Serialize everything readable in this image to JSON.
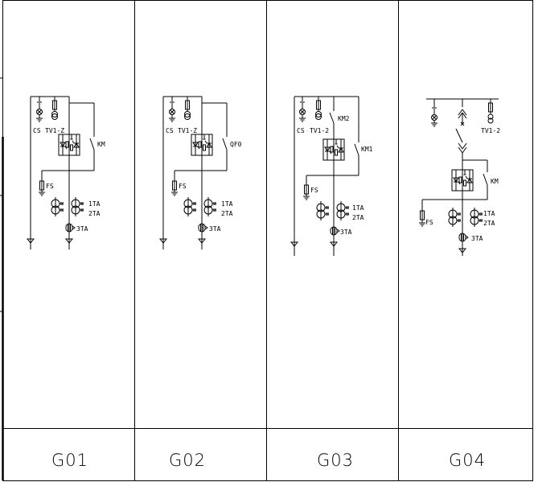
{
  "panels": [
    {
      "label": "G01",
      "labels": {
        "cs": "CS",
        "tv": "TV1-Z",
        "sw": "KM",
        "fs": "FS",
        "ta1": "1TA",
        "ta2": "2TA",
        "ta3": "3TA"
      }
    },
    {
      "label": "G02",
      "labels": {
        "cs": "CS",
        "tv": "TV1-Z",
        "sw": "QF0",
        "fs": "FS",
        "ta1": "1TA",
        "ta2": "2TA",
        "ta3": "3TA"
      }
    },
    {
      "label": "G03",
      "labels": {
        "cs": "CS",
        "tv": "TV1-2",
        "sw2": "KM2",
        "sw": "KM1",
        "fs": "FS",
        "ta1": "1TA",
        "ta2": "2TA",
        "ta3": "3TA"
      }
    },
    {
      "label": "G04",
      "labels": {
        "tv": "TV1-2",
        "sw": "KM",
        "fs": "FS",
        "ta1": "1TA",
        "ta2": "2TA",
        "ta3": "3TA"
      }
    }
  ]
}
